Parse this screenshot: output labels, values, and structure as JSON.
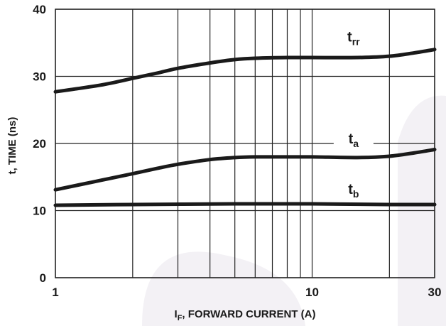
{
  "chart_data": {
    "type": "line",
    "xscale": "log",
    "xlim": [
      1,
      30
    ],
    "ylim": [
      0,
      40
    ],
    "grid": true,
    "xlabel": {
      "main": "I",
      "sub": "F",
      "rest": ", FORWARD CURRENT (A)"
    },
    "ylabel": "t, TIME (ns)",
    "x_tick_labels": [
      {
        "value": 1,
        "label": "1"
      },
      {
        "value": 10,
        "label": "10"
      },
      {
        "value": 30,
        "label": "30"
      }
    ],
    "y_tick_labels": [
      {
        "value": 0,
        "label": "0"
      },
      {
        "value": 10,
        "label": "10"
      },
      {
        "value": 20,
        "label": "20"
      },
      {
        "value": 30,
        "label": "30"
      },
      {
        "value": 40,
        "label": "40"
      }
    ],
    "x_gridlines": [
      1,
      2,
      3,
      4,
      5,
      6,
      7,
      8,
      9,
      10,
      20,
      30
    ],
    "y_gridlines": [
      0,
      10,
      20,
      30,
      40
    ],
    "series": [
      {
        "name": "t_rr",
        "label_main": "t",
        "label_sub": "rr",
        "label_at": {
          "x": 14.5,
          "y": 35.2
        },
        "x": [
          1,
          1.5,
          2,
          2.5,
          3,
          4,
          5,
          6,
          8,
          10,
          15,
          20,
          25,
          30
        ],
        "y": [
          27.7,
          28.7,
          29.7,
          30.5,
          31.2,
          32.0,
          32.5,
          32.7,
          32.8,
          32.8,
          32.8,
          33.0,
          33.5,
          34.0
        ]
      },
      {
        "name": "t_a",
        "label_main": "t",
        "label_sub": "a",
        "label_at": {
          "x": 14.5,
          "y": 20.0
        },
        "x": [
          1,
          1.5,
          2,
          2.5,
          3,
          4,
          5,
          6,
          8,
          10,
          15,
          20,
          25,
          30
        ],
        "y": [
          13.1,
          14.5,
          15.5,
          16.3,
          16.9,
          17.6,
          17.9,
          18.0,
          18.0,
          18.0,
          17.9,
          18.1,
          18.6,
          19.1
        ]
      },
      {
        "name": "t_b",
        "label_main": "t",
        "label_sub": "b",
        "label_at": {
          "x": 14.5,
          "y": 12.5
        },
        "x": [
          1,
          2,
          5,
          10,
          20,
          30
        ],
        "y": [
          10.8,
          10.9,
          11.0,
          11.0,
          10.9,
          10.9
        ]
      }
    ]
  }
}
